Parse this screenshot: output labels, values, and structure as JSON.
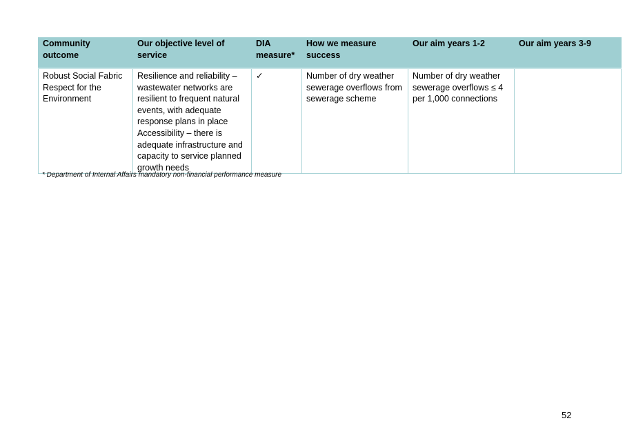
{
  "table": {
    "headers": [
      [
        "Community outcome"
      ],
      [
        "Our objective level of",
        "service"
      ],
      [
        "DIA",
        "measure*"
      ],
      [
        "How we measure",
        "success"
      ],
      [
        "Our aim years 1-2"
      ],
      [
        "Our aim years 3-9"
      ]
    ],
    "row": {
      "community_outcome": [
        "Robust Social Fabric",
        "Respect for the",
        "Environment"
      ],
      "objective": [
        "Resilience and reliability –",
        "wastewater networks are",
        "resilient to frequent natural",
        "events, with adequate",
        "response plans in place",
        "Accessibility – there is",
        "adequate infrastructure and",
        "capacity to service planned",
        "growth needs"
      ],
      "dia_measure": "✓",
      "how_measured": [
        "Number of dry weather",
        "sewerage overflows from",
        "sewerage scheme"
      ],
      "aim_years_1_2": [
        "Number of dry weather",
        "sewerage overflows ≤ 4",
        "per 1,000 connections"
      ],
      "aim_years_3_9": ""
    }
  },
  "footnote": "*  Department of Internal Affairs mandatory non-financial performance measure",
  "page_number": "52"
}
